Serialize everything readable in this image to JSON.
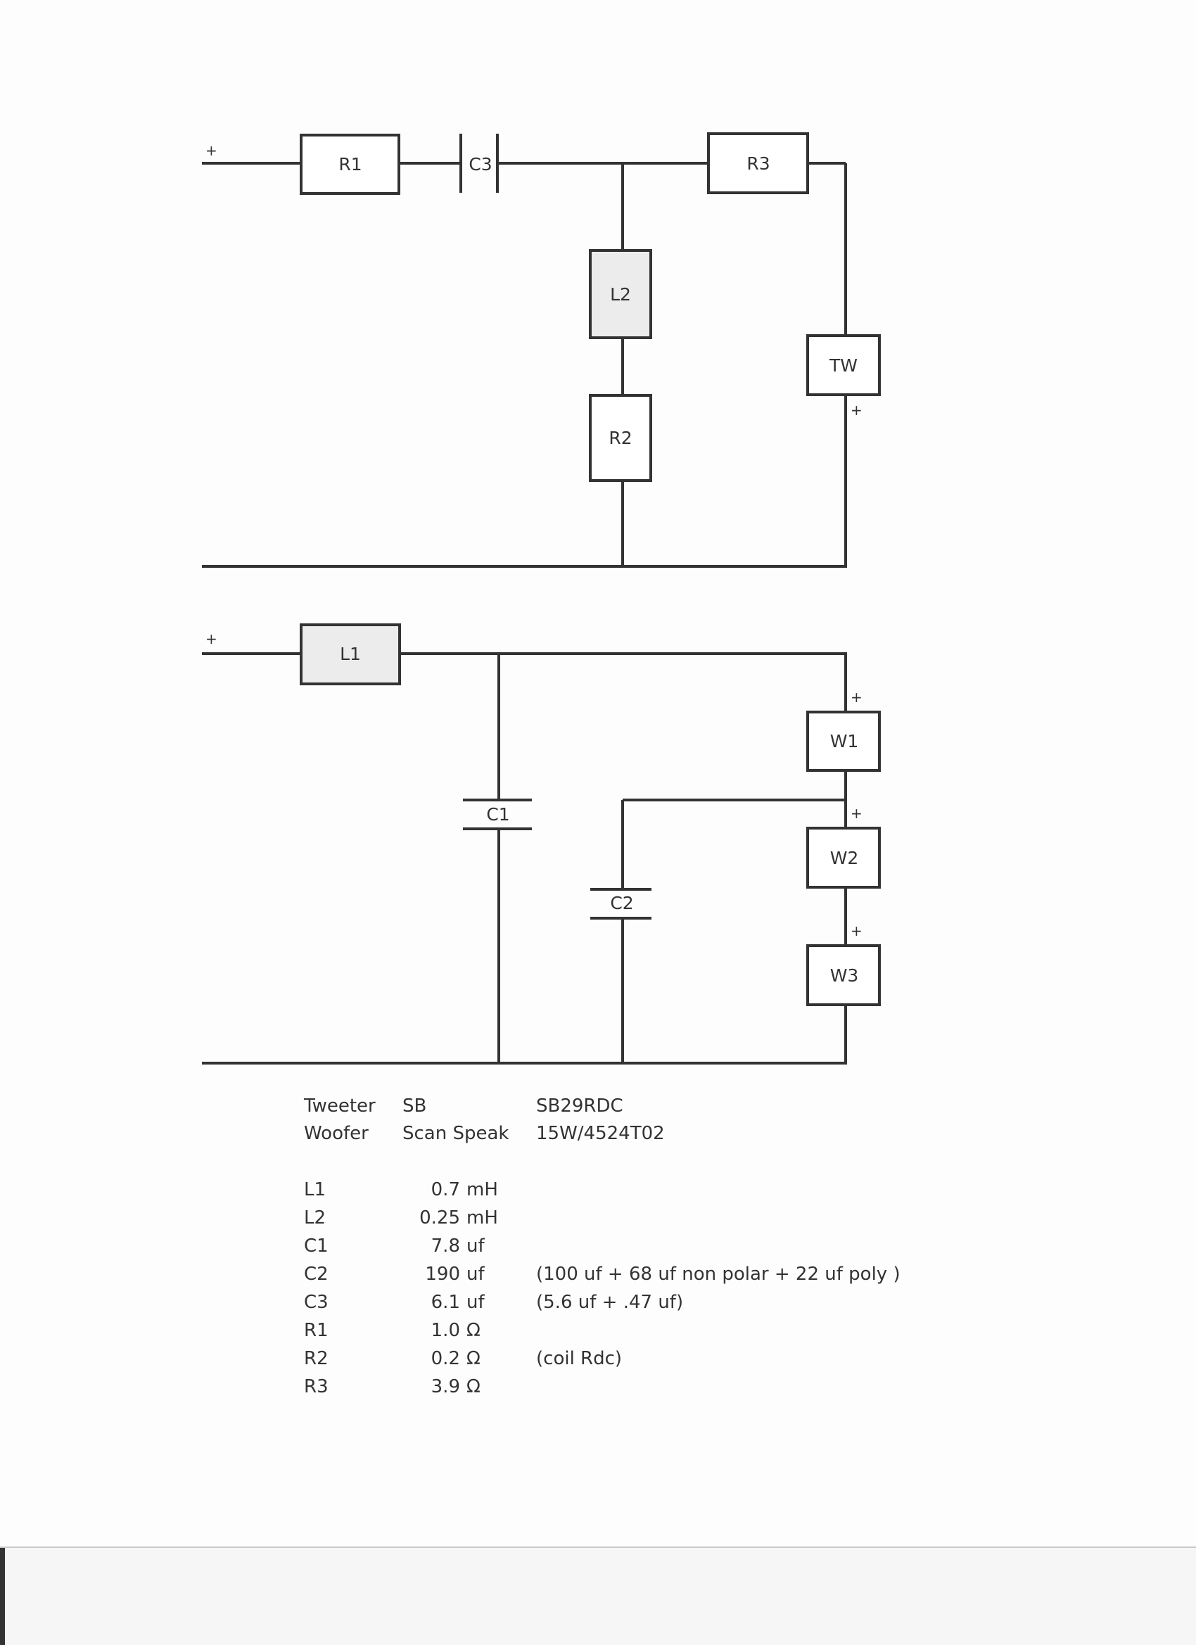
{
  "tweeter_network": {
    "input_terminal": "+",
    "components": {
      "R1": "R1",
      "C3": "C3",
      "R3": "R3",
      "L2": "L2",
      "R2": "R2",
      "TW": "TW"
    },
    "tw_polarity": "+"
  },
  "woofer_network": {
    "input_terminal": "+",
    "components": {
      "L1": "L1",
      "C1": "C1",
      "C2": "C2",
      "W1": "W1",
      "W2": "W2",
      "W3": "W3"
    },
    "w1_polarity": "+",
    "w2_polarity": "+",
    "w3_polarity": "+"
  },
  "drivers": [
    {
      "role": "Tweeter",
      "brand": "SB",
      "model": "SB29RDC"
    },
    {
      "role": "Woofer",
      "brand": "Scan Speak",
      "model": "15W/4524T02"
    }
  ],
  "parts": [
    {
      "ref": "L1",
      "value": "0.7",
      "unit": "mH",
      "note": ""
    },
    {
      "ref": "L2",
      "value": "0.25",
      "unit": "mH",
      "note": ""
    },
    {
      "ref": "C1",
      "value": "7.8",
      "unit": "uf",
      "note": ""
    },
    {
      "ref": "C2",
      "value": "190",
      "unit": "uf",
      "note": "(100 uf + 68 uf non polar + 22 uf poly )"
    },
    {
      "ref": "C3",
      "value": "6.1",
      "unit": "uf",
      "note": "(5.6 uf + .47 uf)"
    },
    {
      "ref": "R1",
      "value": "1.0",
      "unit": "Ω",
      "note": ""
    },
    {
      "ref": "R2",
      "value": "0.2",
      "unit": "Ω",
      "note": "(coil Rdc)"
    },
    {
      "ref": "R3",
      "value": "3.9",
      "unit": "Ω",
      "note": ""
    }
  ],
  "colors": {
    "wire": "#333333",
    "box_fill": "#ffffff",
    "inductor_fill": "#ececec",
    "text": "#333333"
  }
}
